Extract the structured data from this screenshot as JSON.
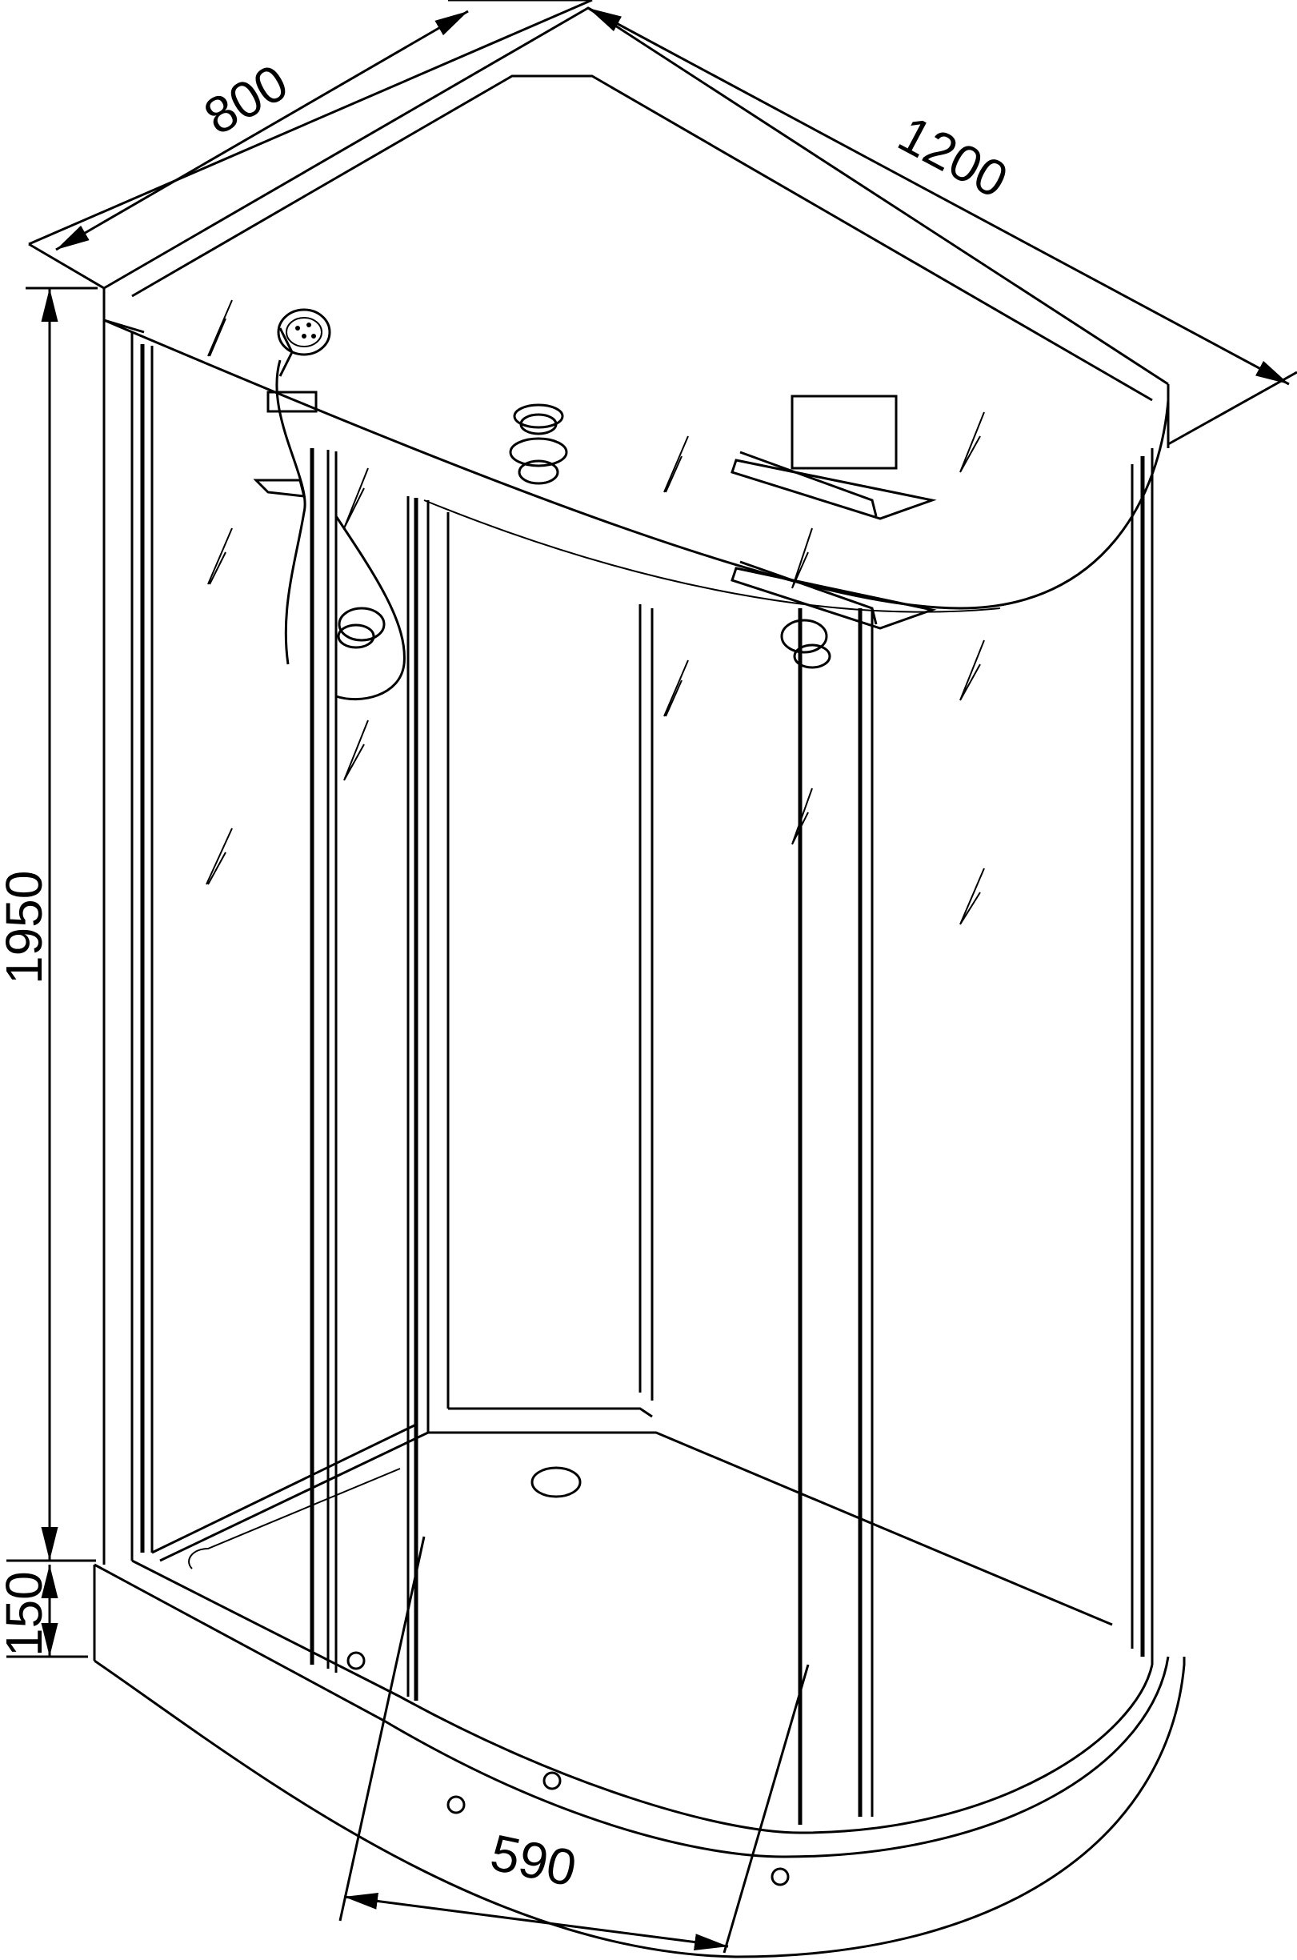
{
  "drawing": {
    "subject": "quarter-round shower cabin, technical dimension drawing",
    "colors": {
      "line": "#000000",
      "background": "#ffffff"
    }
  },
  "dimensions": {
    "depth": {
      "label": "800"
    },
    "width": {
      "label": "1200"
    },
    "height": {
      "label": "1950"
    },
    "tray_height": {
      "label": "150"
    },
    "door_opening": {
      "label": "590"
    }
  },
  "components": [
    {
      "name": "roof panel"
    },
    {
      "name": "hand shower head"
    },
    {
      "name": "shower hose"
    },
    {
      "name": "massage jets (back panel)"
    },
    {
      "name": "glass shelves"
    },
    {
      "name": "sliding doors"
    },
    {
      "name": "shower tray"
    },
    {
      "name": "drain"
    }
  ]
}
